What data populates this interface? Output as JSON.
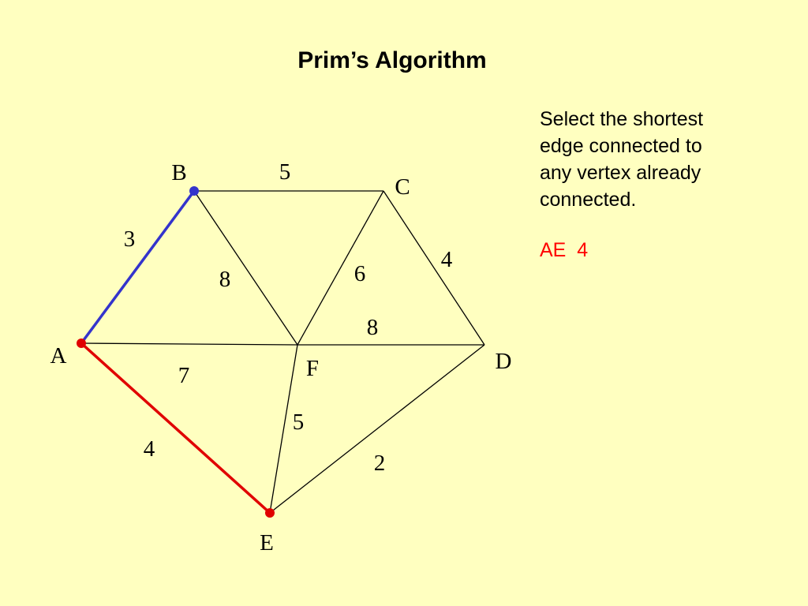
{
  "title": "Prim’s Algorithm",
  "instructions": {
    "lines": [
      "Select the shortest",
      "edge connected to",
      "any vertex already",
      "connected."
    ]
  },
  "current_step": {
    "text": "AE  4",
    "color": "#ff0000"
  },
  "colors": {
    "background": "#ffffc0",
    "edge_default": "#000000",
    "edge_selected_first": "#3333cc",
    "edge_selected_current": "#e00000"
  },
  "graph": {
    "vertices": [
      {
        "id": "A",
        "label": "A",
        "marked": "red"
      },
      {
        "id": "B",
        "label": "B",
        "marked": "blue"
      },
      {
        "id": "C",
        "label": "C",
        "marked": "none"
      },
      {
        "id": "D",
        "label": "D",
        "marked": "none"
      },
      {
        "id": "E",
        "label": "E",
        "marked": "red"
      },
      {
        "id": "F",
        "label": "F",
        "marked": "none"
      }
    ],
    "edges": [
      {
        "from": "A",
        "to": "B",
        "weight": "3",
        "state": "selected-first"
      },
      {
        "from": "A",
        "to": "E",
        "weight": "4",
        "state": "selected-current"
      },
      {
        "from": "A",
        "to": "F",
        "weight": "7",
        "state": "default"
      },
      {
        "from": "B",
        "to": "C",
        "weight": "5",
        "state": "default"
      },
      {
        "from": "B",
        "to": "F",
        "weight": "8",
        "state": "default"
      },
      {
        "from": "C",
        "to": "F",
        "weight": "6",
        "state": "default"
      },
      {
        "from": "C",
        "to": "D",
        "weight": "4",
        "state": "default"
      },
      {
        "from": "F",
        "to": "D",
        "weight": "8",
        "state": "default"
      },
      {
        "from": "F",
        "to": "E",
        "weight": "5",
        "state": "default"
      },
      {
        "from": "E",
        "to": "D",
        "weight": "2",
        "state": "default"
      }
    ]
  }
}
